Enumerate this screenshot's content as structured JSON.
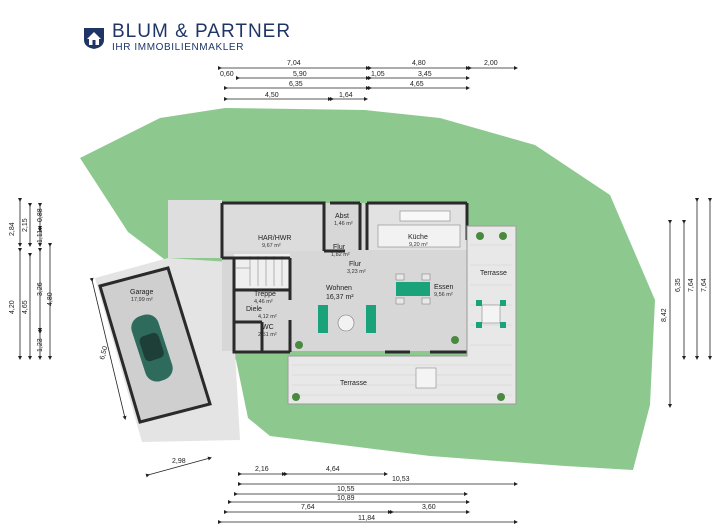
{
  "brand": {
    "name": "BLUM & PARTNER",
    "tagline": "IHR IMMOBILIENMAKLER"
  },
  "colors": {
    "brand": "#1f3566",
    "garden": "#8dc98f",
    "wall": "#2a2a2a",
    "floor": "#d9d9d9",
    "terrace": "#e9e9e9",
    "accent_furniture": "#1aa37a"
  },
  "rooms": {
    "hwr": {
      "name": "HAR/HWR",
      "area": "9,67 m²"
    },
    "abst": {
      "name": "Abst",
      "area": "1,46 m²"
    },
    "kueche": {
      "name": "Küche",
      "area": "9,20 m²"
    },
    "flur1": {
      "name": "Flur",
      "area": "1,82 m²"
    },
    "flur2": {
      "name": "Flur",
      "area": "3,23 m²"
    },
    "essen": {
      "name": "Essen",
      "area": "9,56 m²"
    },
    "wohnen": {
      "name": "Wohnen",
      "area": "16,37 m²"
    },
    "treppe": {
      "name": "Treppe",
      "area": "4,46 m²"
    },
    "diele": {
      "name": "Diele",
      "area": "4,12 m²"
    },
    "wc": {
      "name": "WC",
      "area": "2,51 m²"
    },
    "garage": {
      "name": "Garage",
      "area": "17,99 m²"
    },
    "terrasse1": {
      "name": "Terrasse"
    },
    "terrasse2": {
      "name": "Terrasse"
    }
  },
  "dims": {
    "top": [
      "7,04",
      "4,80",
      "2,00",
      "0,60",
      "5,90",
      "1,05",
      "3,45",
      "6,35",
      "4,65",
      "4,50",
      "1,64"
    ],
    "bottom": [
      "2,16",
      "4,64",
      "10,53",
      "10,55",
      "10,89",
      "7,64",
      "3,60",
      "11,84",
      "2,98"
    ],
    "left": [
      "2,84",
      "2,15",
      "0,88",
      "1,11",
      "4,20",
      "4,65",
      "3,26",
      "4,80",
      "1,23",
      "6,50"
    ],
    "right": [
      "8,42",
      "6,35",
      "7,64",
      "7,64"
    ]
  }
}
